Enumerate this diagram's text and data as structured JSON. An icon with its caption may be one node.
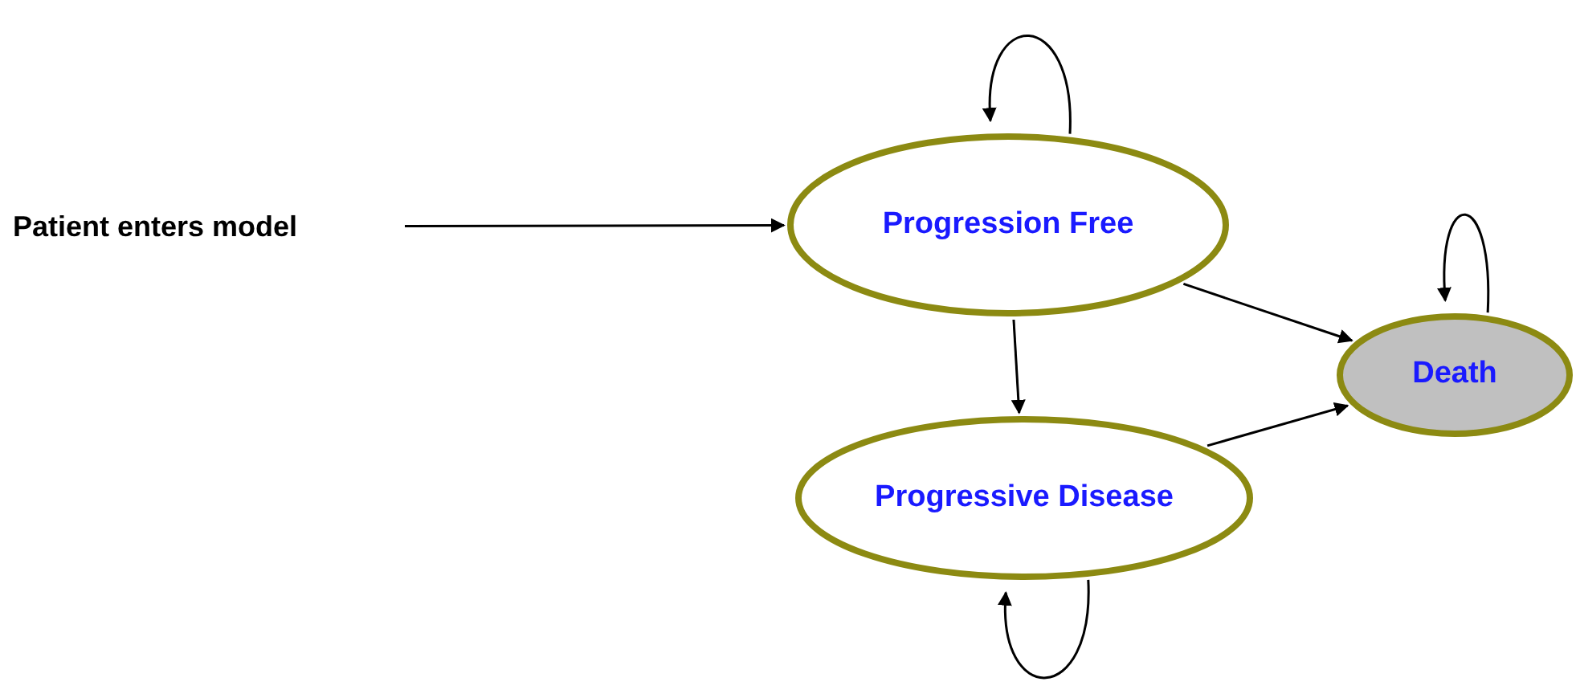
{
  "diagram": {
    "nodes": [
      {
        "text": [
          "Patient enters model"
        ]
      },
      {
        "text": [
          "Progression Free"
        ]
      },
      {
        "text": [
          "Progressive Disease"
        ]
      },
      {
        "text": [
          "Death"
        ]
      }
    ],
    "edges": [
      {
        "from": 0,
        "to": 1,
        "arrow": "to"
      },
      {
        "from": 1,
        "to": 1,
        "arrow": "to"
      },
      {
        "from": 1,
        "to": 3,
        "arrow": "to"
      },
      {
        "from": 1,
        "to": 2,
        "arrow": "to"
      },
      {
        "from": 2,
        "to": 3,
        "arrow": "to"
      },
      {
        "from": 2,
        "to": 2,
        "arrow": "to"
      },
      {
        "from": 3,
        "to": 3,
        "arrow": "to"
      }
    ]
  }
}
